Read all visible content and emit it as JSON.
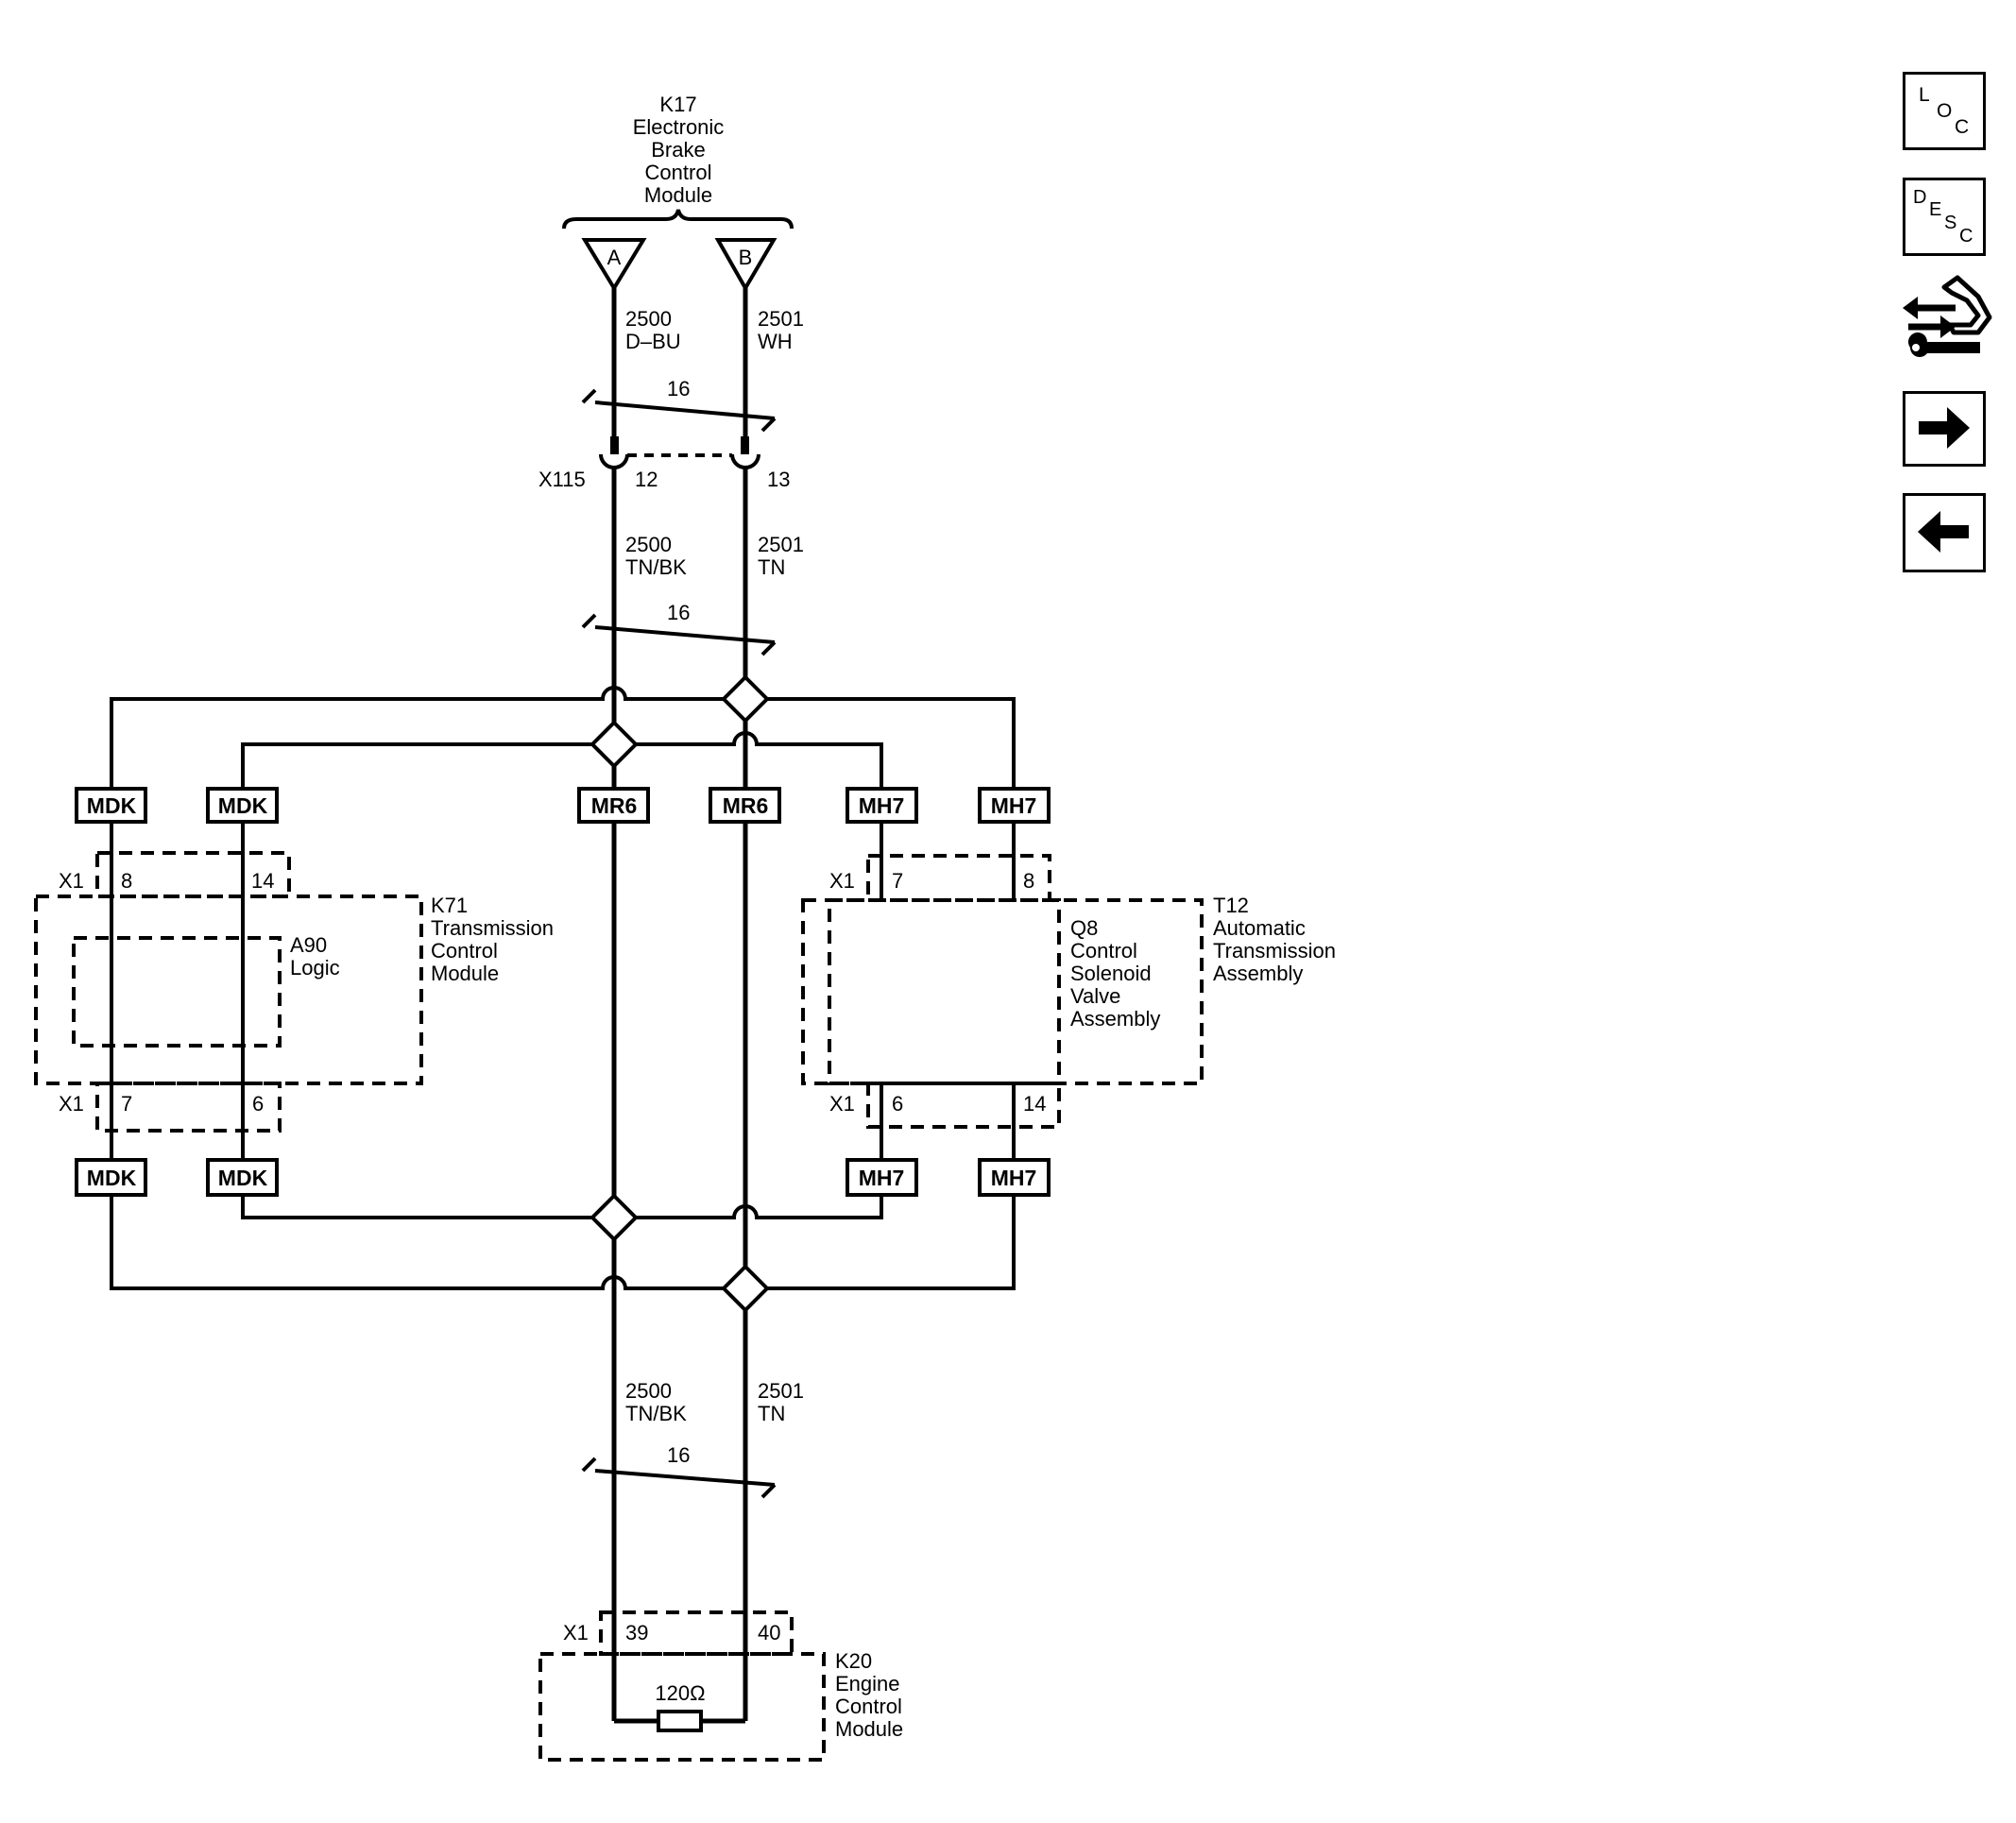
{
  "modules": {
    "k17": [
      "K17",
      "Electronic",
      "Brake",
      "Control",
      "Module"
    ],
    "k71": [
      "K71",
      "Transmission",
      "Control",
      "Module"
    ],
    "a90": [
      "A90",
      "Logic"
    ],
    "t12": [
      "T12",
      "Automatic",
      "Transmission",
      "Assembly"
    ],
    "q8": [
      "Q8",
      "Control",
      "Solenoid",
      "Valve",
      "Assembly"
    ],
    "k20": [
      "K20",
      "Engine",
      "Control",
      "Module"
    ]
  },
  "k17_pins": {
    "a": "A",
    "b": "B"
  },
  "wires": {
    "top_left": {
      "circuit": "2500",
      "color": "D–BU"
    },
    "top_right": {
      "circuit": "2501",
      "color": "WH"
    },
    "mid_left": {
      "circuit": "2500",
      "color": "TN/BK"
    },
    "mid_right": {
      "circuit": "2501",
      "color": "TN"
    },
    "bot_left": {
      "circuit": "2500",
      "color": "TN/BK"
    },
    "bot_right": {
      "circuit": "2501",
      "color": "TN"
    }
  },
  "twist_labels": {
    "top": "16",
    "mid": "16",
    "bot": "16"
  },
  "x115": {
    "name": "X115",
    "pin_left": "12",
    "pin_right": "13"
  },
  "connectors": {
    "k71_top": {
      "name": "X1",
      "pin1": "8",
      "pin2": "14"
    },
    "k71_bot": {
      "name": "X1",
      "pin1": "7",
      "pin2": "6"
    },
    "t12_top": {
      "name": "X1",
      "pin1": "7",
      "pin2": "8"
    },
    "t12_bot": {
      "name": "X1",
      "pin1": "6",
      "pin2": "14"
    },
    "k20": {
      "name": "X1",
      "pin1": "39",
      "pin2": "40"
    }
  },
  "option_tags": {
    "mdk": "MDK",
    "mr6": "MR6",
    "mh7": "MH7"
  },
  "resistor": "120Ω",
  "nav": {
    "loc": [
      "L",
      "O",
      "C"
    ],
    "desc": [
      "D",
      "E",
      "S",
      "C"
    ]
  }
}
